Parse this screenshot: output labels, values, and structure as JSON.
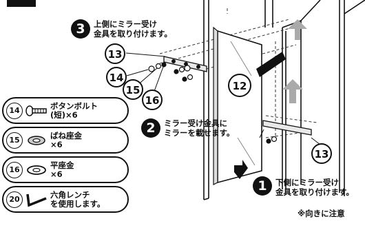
{
  "steps": [
    {
      "number": "3",
      "text": "上側にミラー受け\n金具を取り付けます。"
    },
    {
      "number": "2",
      "text": "ミラー受け金具に\nミラーを載せます。"
    },
    {
      "number": "1",
      "text": "下側にミラー受け\n金具を取り付けます。"
    }
  ],
  "callouts": {
    "c13_top": "13",
    "c14": "14",
    "c15": "15",
    "c16": "16",
    "c12": "12",
    "c13_bottom": "13"
  },
  "parts": [
    {
      "num": "14",
      "icon": "bolt-icon",
      "desc": "ボタンボルト\n(短)×6"
    },
    {
      "num": "15",
      "icon": "spring-washer-icon",
      "desc": "ばね座金\n×6"
    },
    {
      "num": "16",
      "icon": "flat-washer-icon",
      "desc": "平座金\n×6"
    },
    {
      "num": "20",
      "icon": "hex-key-icon",
      "desc": "六角レンチ\nを使用します。"
    }
  ],
  "caution": "※向きに注意"
}
